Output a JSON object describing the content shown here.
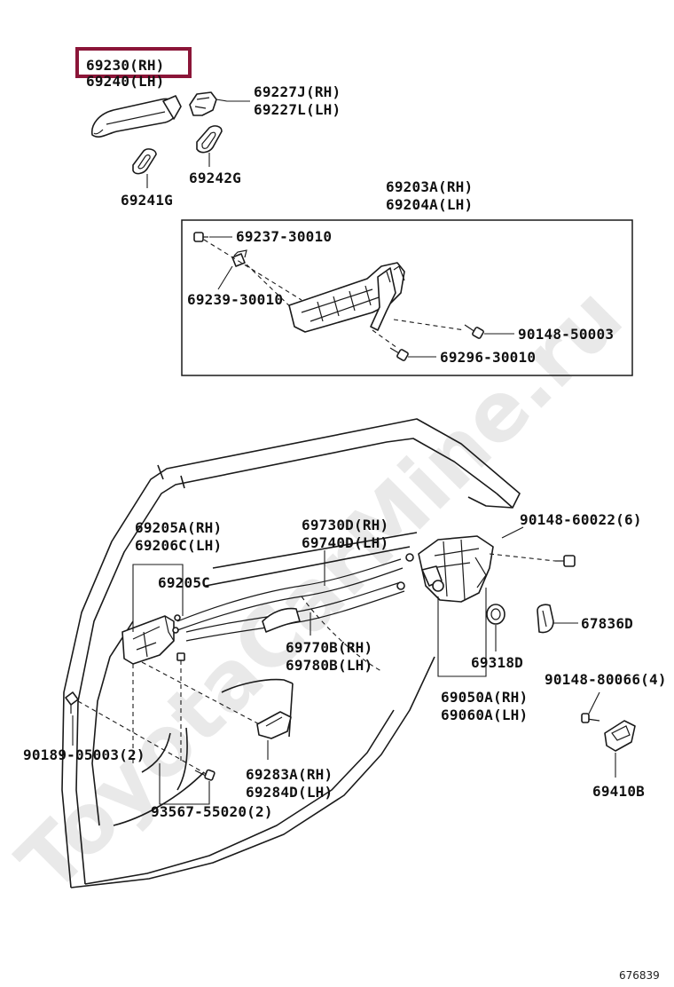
{
  "highlight_color": "#8b1538",
  "watermark": "ToyotaCarMine.ru",
  "figure_number": "676839",
  "parts": {
    "p69230": "69230(RH)",
    "p69240": "69240(LH)",
    "p69227j": "69227J(RH)",
    "p69227l": "69227L(LH)",
    "p69242g": "69242G",
    "p69241g": "69241G",
    "p69203a": "69203A(RH)",
    "p69204a": "69204A(LH)",
    "p69237": "69237-30010",
    "p69239": "69239-30010",
    "p90148_50003": "90148-50003",
    "p69296": "69296-30010",
    "p69205a": "69205A(RH)",
    "p69206c": "69206C(LH)",
    "p69205c": "69205C",
    "p69730d": "69730D(RH)",
    "p69740d": "69740D(LH)",
    "p90148_60022": "90148-60022(6)",
    "p67836d": "67836D",
    "p69770b": "69770B(RH)",
    "p69780b": "69780B(LH)",
    "p69318d": "69318D",
    "p69050a": "69050A(RH)",
    "p69060a": "69060A(LH)",
    "p90148_80066": "90148-80066(4)",
    "p90189": "90189-05003(2)",
    "p69283a": "69283A(RH)",
    "p69284d": "69284D(LH)",
    "p93567": "93567-55020(2)",
    "p69410b": "69410B"
  }
}
